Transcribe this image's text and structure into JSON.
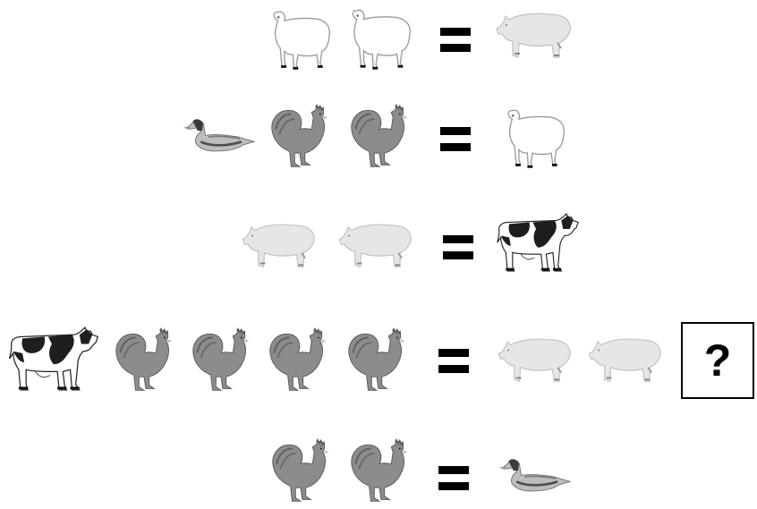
{
  "puzzle": {
    "rows": [
      {
        "left": [
          "sheep",
          "sheep"
        ],
        "right": [
          "pig"
        ]
      },
      {
        "left": [
          "duck",
          "rooster",
          "rooster"
        ],
        "right": [
          "sheep"
        ]
      },
      {
        "left": [
          "pig",
          "pig"
        ],
        "right": [
          "cow"
        ]
      },
      {
        "left": [
          "cow",
          "rooster",
          "rooster",
          "rooster",
          "rooster"
        ],
        "right": [
          "pig",
          "pig"
        ]
      },
      {
        "left": [
          "rooster",
          "rooster"
        ],
        "right": [
          "duck"
        ]
      }
    ],
    "answer_placeholder": "?",
    "icons": {
      "sheep": "sheep-icon",
      "pig": "pig-icon",
      "duck": "duck-icon",
      "rooster": "rooster-icon",
      "cow": "cow-icon"
    },
    "colors": {
      "sheep_fill": "#ffffff",
      "pig_fill": "#e6e6e6",
      "rooster_fill": "#8c8c8c",
      "cow_dark": "#1e1e1e",
      "equals": "#000000"
    }
  }
}
